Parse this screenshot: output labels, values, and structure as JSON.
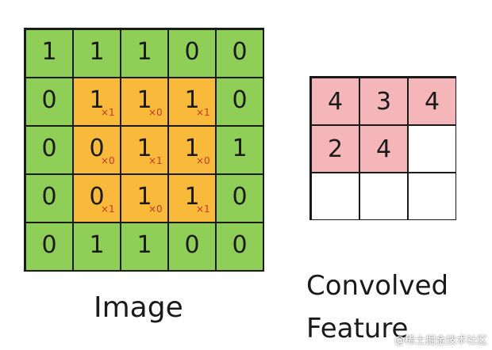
{
  "image": {
    "label": "Image",
    "rows": [
      [
        {
          "v": "1"
        },
        {
          "v": "1"
        },
        {
          "v": "1"
        },
        {
          "v": "0"
        },
        {
          "v": "0"
        }
      ],
      [
        {
          "v": "0"
        },
        {
          "v": "1",
          "w": "×1"
        },
        {
          "v": "1",
          "w": "×0"
        },
        {
          "v": "1",
          "w": "×1"
        },
        {
          "v": "0"
        }
      ],
      [
        {
          "v": "0"
        },
        {
          "v": "0",
          "w": "×0"
        },
        {
          "v": "1",
          "w": "×1"
        },
        {
          "v": "1",
          "w": "×0"
        },
        {
          "v": "1"
        }
      ],
      [
        {
          "v": "0"
        },
        {
          "v": "0",
          "w": "×1"
        },
        {
          "v": "1",
          "w": "×0"
        },
        {
          "v": "1",
          "w": "×1"
        },
        {
          "v": "0"
        }
      ],
      [
        {
          "v": "0"
        },
        {
          "v": "1"
        },
        {
          "v": "1"
        },
        {
          "v": "0"
        },
        {
          "v": "0"
        }
      ]
    ],
    "highlight_color": "#f9b93b",
    "base_color": "#8fcf58"
  },
  "feature": {
    "label_line1": "Convolved",
    "label_line2": "Feature",
    "rows": [
      [
        "4",
        "3",
        "4"
      ],
      [
        "2",
        "4",
        ""
      ],
      [
        "",
        "",
        ""
      ]
    ],
    "filled_color": "#f4b6b9"
  },
  "watermark": "@稀土掘金技术社区"
}
